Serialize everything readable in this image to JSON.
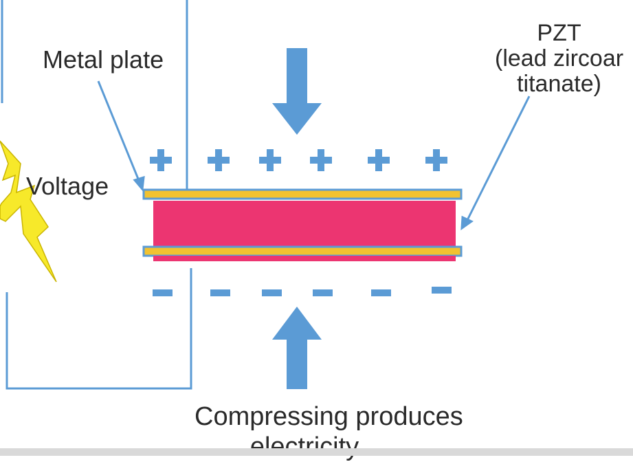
{
  "labels": {
    "metal_plate": "Metal plate",
    "voltage": "Voltage",
    "pzt_line1": "PZT",
    "pzt_line2": "(lead zircoar",
    "pzt_line3": "titanate)",
    "compress_line1": "Compressing produces",
    "compress_line2": "electricity"
  },
  "colors": {
    "wire": "#5b9bd5",
    "arrow": "#5b9bd5",
    "plus_minus": "#5b9bd5",
    "crystal": "#ec3571",
    "plate": "#f2c230",
    "lightning": "#f7e92a",
    "text": "#2a2a2a"
  },
  "icons": {
    "lightning": "lightning-bolt-icon",
    "down_arrow": "down-arrow-icon",
    "up_arrow": "up-arrow-icon",
    "plus": "plus-icon",
    "minus": "minus-icon"
  }
}
